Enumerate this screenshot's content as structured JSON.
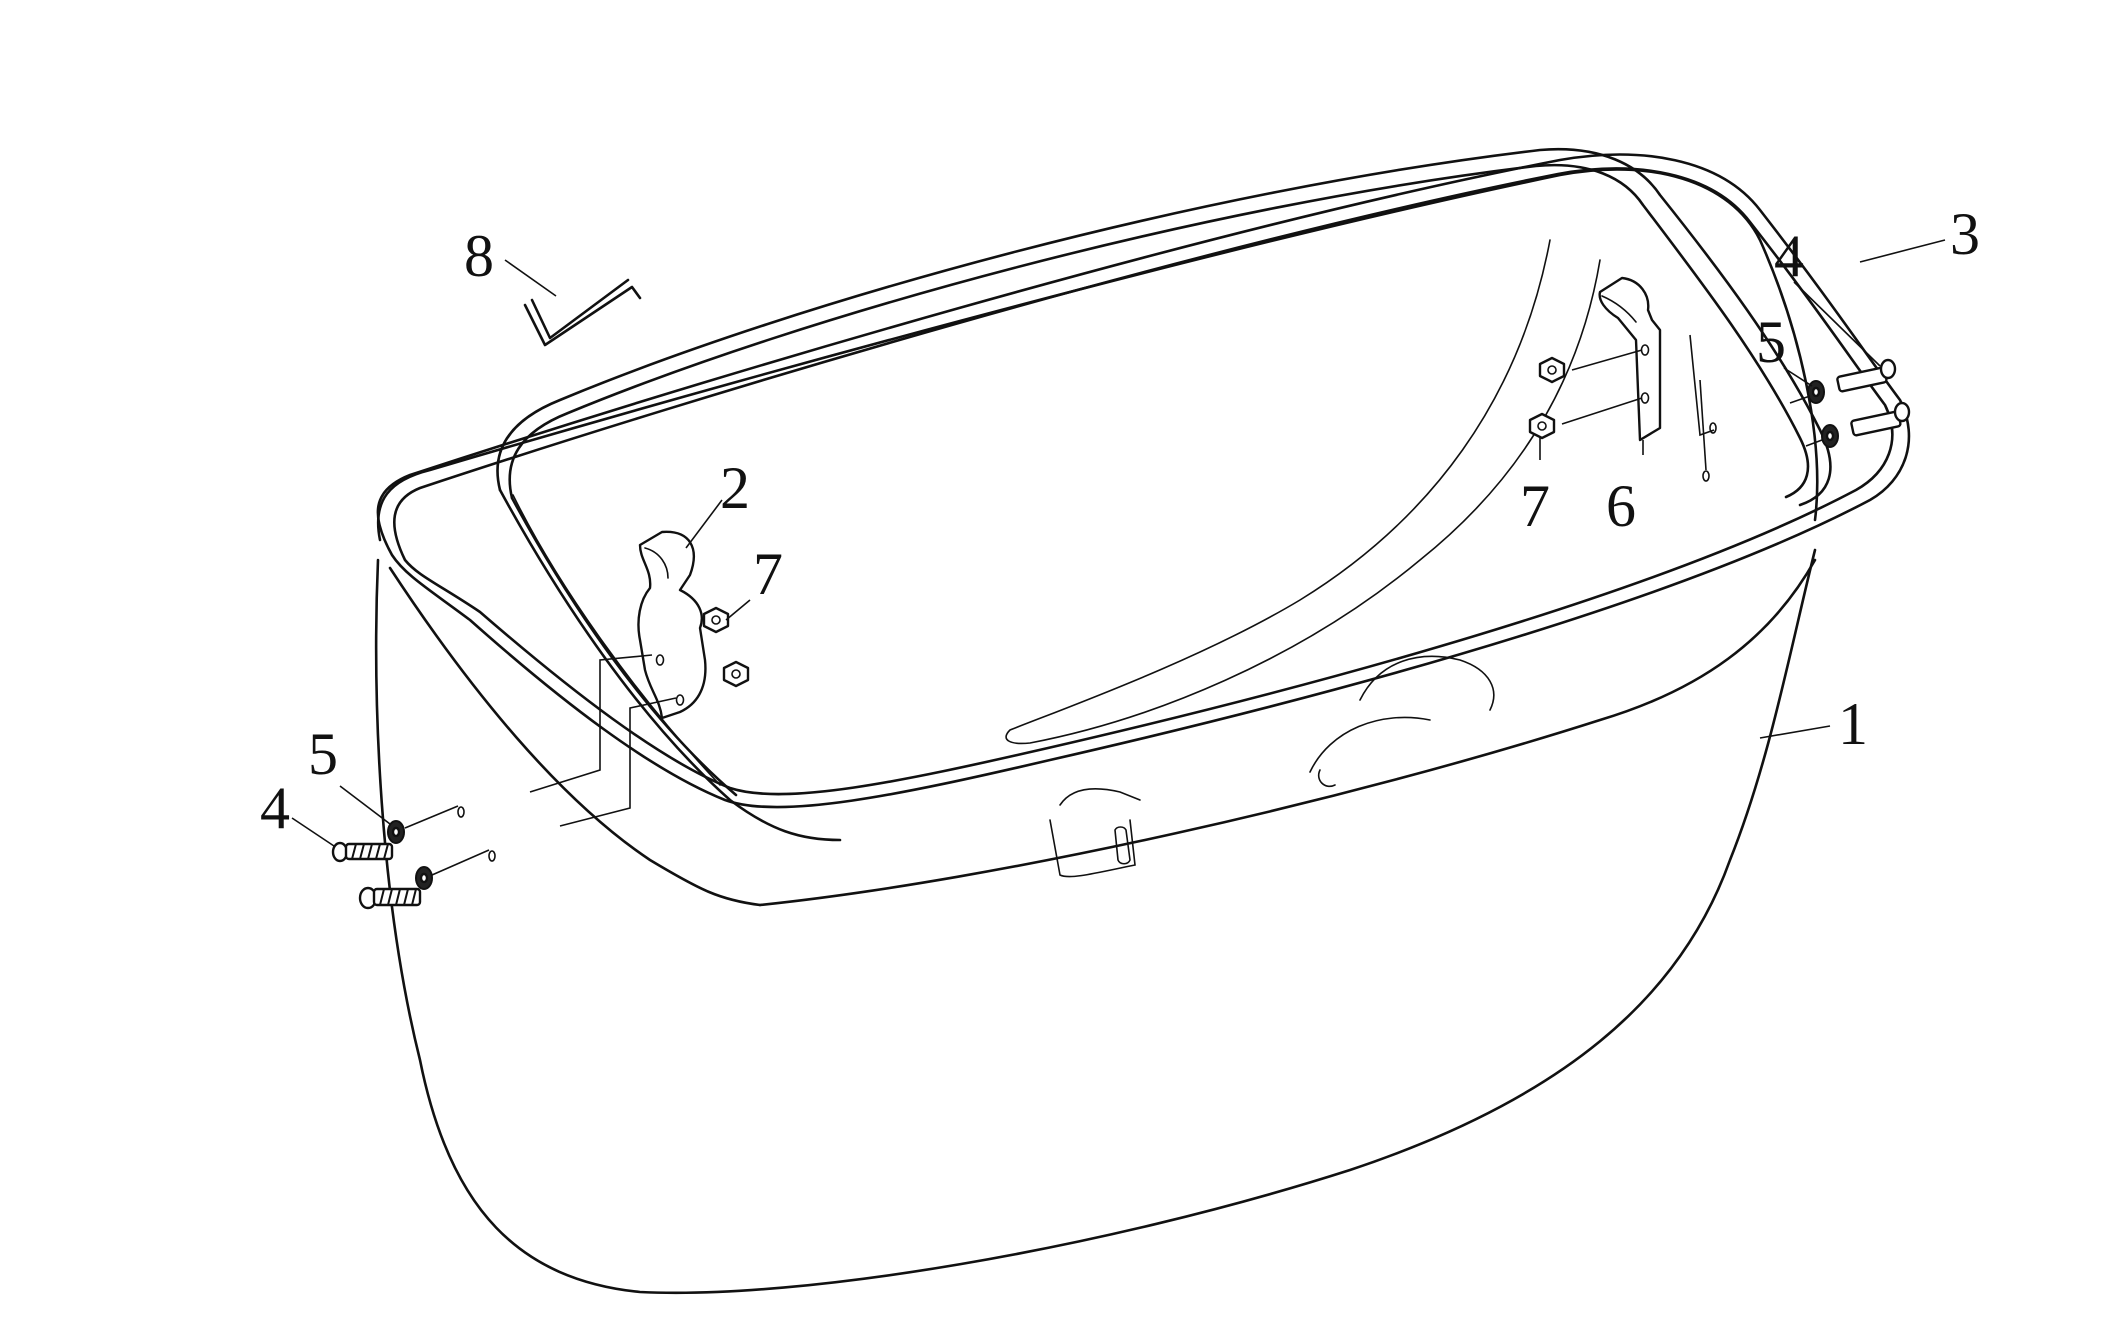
{
  "diagram": {
    "callouts": [
      {
        "id": "c1",
        "label": "1"
      },
      {
        "id": "c2",
        "label": "2"
      },
      {
        "id": "c3",
        "label": "3"
      },
      {
        "id": "c4-left",
        "label": "4"
      },
      {
        "id": "c4-right",
        "label": "4"
      },
      {
        "id": "c5-left",
        "label": "5"
      },
      {
        "id": "c5-right",
        "label": "5"
      },
      {
        "id": "c6",
        "label": "6"
      },
      {
        "id": "c7-left",
        "label": "7"
      },
      {
        "id": "c7-right",
        "label": "7"
      },
      {
        "id": "c8",
        "label": "8"
      }
    ]
  }
}
